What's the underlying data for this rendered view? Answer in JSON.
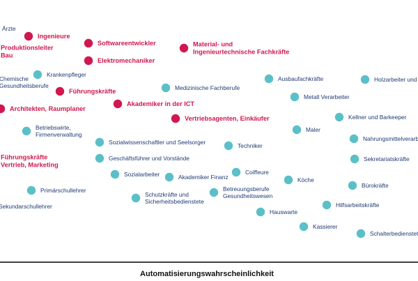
{
  "chart_data": {
    "type": "scatter",
    "title": "",
    "xlabel": "Automatisierungswahrscheinlichkeit",
    "ylabel": "",
    "grid": false,
    "colors": {
      "high": "#d0174f",
      "low": "#5bbfc8",
      "high_text": "#d0174f",
      "low_text": "#1f3b73",
      "axis": "#000000"
    },
    "points": [
      {
        "label": "Ärzte",
        "group": "low"
      },
      {
        "label": "Ingenieure",
        "group": "high"
      },
      {
        "label": "Softwareentwickler",
        "group": "high"
      },
      {
        "label": [
          "Material- und",
          "Ingenieurtechnische Fachkräfte"
        ],
        "group": "high"
      },
      {
        "label": [
          "Produktionsleiter",
          "Bau"
        ],
        "group": "high"
      },
      {
        "label": "Elektromechaniker",
        "group": "high"
      },
      {
        "label": [
          "Chemische",
          "Gesundheitsberufe"
        ],
        "group": "low"
      },
      {
        "label": "Krankenpfleger",
        "group": "low"
      },
      {
        "label": "Führungskräfte",
        "group": "high"
      },
      {
        "label": "Medizinische Fachberufe",
        "group": "low"
      },
      {
        "label": "Ausbaufachkräfte",
        "group": "low"
      },
      {
        "label": "Holzarbeiter und Maler",
        "group": "low"
      },
      {
        "label": "Metall Verarbeiter",
        "group": "low"
      },
      {
        "label": "Architekten, Raumplaner",
        "group": "high"
      },
      {
        "label": "Akademiker in der ICT",
        "group": "high"
      },
      {
        "label": "Vertriebsagenten, Einkäufer",
        "group": "high"
      },
      {
        "label": "Kellner und Barkeeper",
        "group": "low"
      },
      {
        "label": [
          "Betriebswirte,",
          "Firmenverwaltung"
        ],
        "group": "low"
      },
      {
        "label": "Maler",
        "group": "low"
      },
      {
        "label": "Nahrungsmittelverarbeiter",
        "group": "low"
      },
      {
        "label": "Sozialwissenschaftler und Seelsorger",
        "group": "low"
      },
      {
        "label": "Techniker",
        "group": "low"
      },
      {
        "label": [
          "Führungskräfte",
          "Vertrieb, Marketing"
        ],
        "group": "high"
      },
      {
        "label": "Geschäftsführer und Vorstände",
        "group": "low"
      },
      {
        "label": "Sekretariatskräfte",
        "group": "low"
      },
      {
        "label": "Coiffeure",
        "group": "low"
      },
      {
        "label": "Sozialarbeiter",
        "group": "low"
      },
      {
        "label": "Akademiker Finanz",
        "group": "low"
      },
      {
        "label": "Köche",
        "group": "low"
      },
      {
        "label": "Bürokräfte",
        "group": "low"
      },
      {
        "label": "Primärschullehrer",
        "group": "low"
      },
      {
        "label": [
          "Betreuungsberufe",
          "Gesundheitswesen"
        ],
        "group": "low"
      },
      {
        "label": [
          "Schutzkräfte und",
          "Sicherheitsbedienstete"
        ],
        "group": "low"
      },
      {
        "label": "Hilfsarbeitskräfte",
        "group": "low"
      },
      {
        "label": "Sekundarschullehrer",
        "group": "low"
      },
      {
        "label": "Hauswarte",
        "group": "low"
      },
      {
        "label": "Kassierer",
        "group": "low"
      },
      {
        "label": "Schalterbedienstete",
        "group": "low"
      }
    ]
  }
}
